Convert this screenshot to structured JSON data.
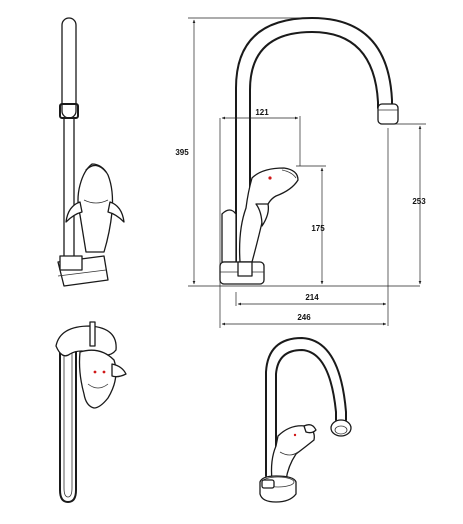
{
  "dimensions": {
    "total_height": "395",
    "spout_height": "253",
    "handle_height": "175",
    "handle_reach": "121",
    "spout_reach": "214",
    "overall_depth": "246"
  },
  "colors": {
    "line": "#1a1a1a",
    "indicator": "#d01818",
    "background": "#ffffff"
  }
}
